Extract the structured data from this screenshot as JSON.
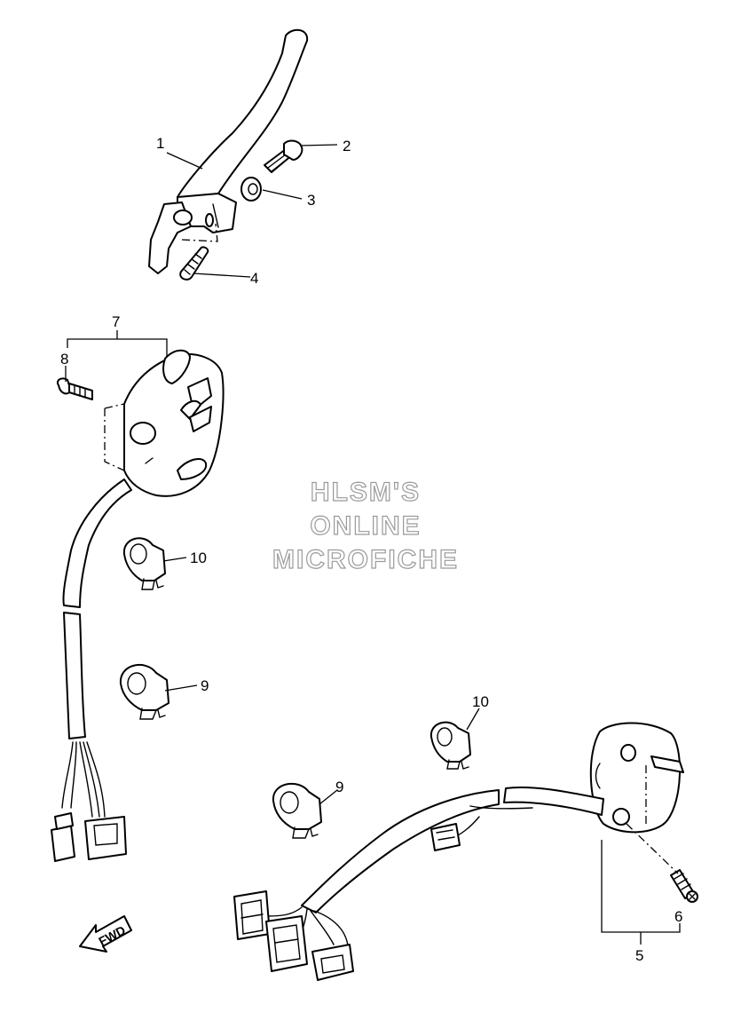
{
  "callouts": {
    "c1": "1",
    "c2": "2",
    "c3": "3",
    "c4": "4",
    "c5": "5",
    "c6": "6",
    "c7": "7",
    "c8": "8",
    "c9a": "9",
    "c9b": "9",
    "c10a": "10",
    "c10b": "10"
  },
  "watermark": {
    "line1": "HLSM'S",
    "line2": "ONLINE",
    "line3": "MICROFICHE"
  },
  "fwd_arrow": {
    "label": "FWD"
  },
  "colors": {
    "line": "#000000",
    "background": "#ffffff",
    "watermark_stroke": "#9a9a9a"
  }
}
